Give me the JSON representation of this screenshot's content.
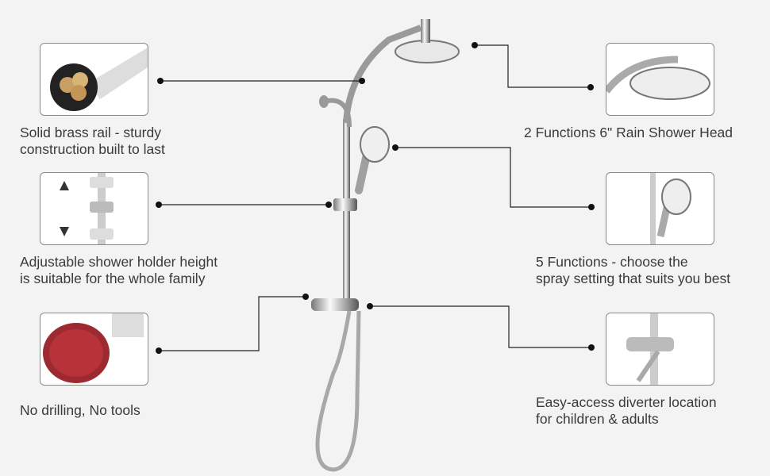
{
  "features": {
    "left": [
      {
        "line1": "Solid brass rail - sturdy",
        "line2": "construction built to last"
      },
      {
        "line1": "Adjustable shower holder height",
        "line2": "is suitable for the whole family"
      },
      {
        "line1": "No drilling, No tools"
      }
    ],
    "right": [
      {
        "line1": "2 Functions 6\" Rain Shower Head"
      },
      {
        "line1": "5 Functions - choose the",
        "line2": "spray setting that suits you best"
      },
      {
        "line1": "Easy-access diverter location",
        "line2": "for children & adults"
      }
    ]
  },
  "colors": {
    "background": "#f3f3f3",
    "line": "#222222",
    "brass": "#c9a063",
    "pad": "#b8323a"
  }
}
